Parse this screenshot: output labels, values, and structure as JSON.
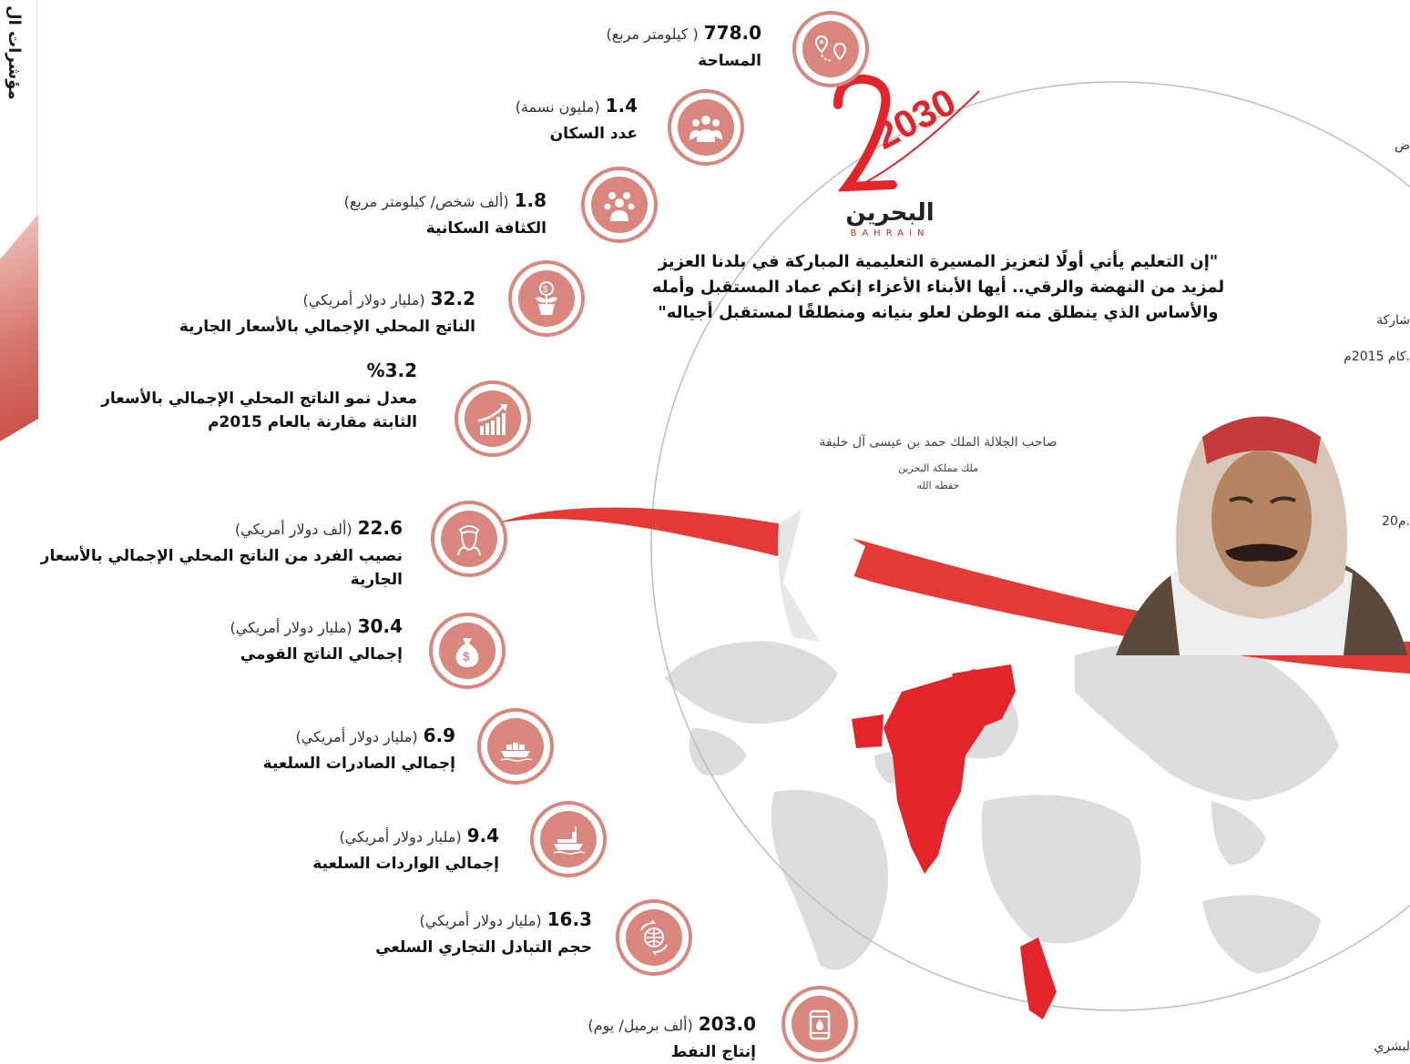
{
  "page": {
    "side_title": "مؤشرات ال",
    "clipped_right": [
      "ض",
      "شاركة",
      "كام 2015م.",
      "20م.",
      "لبشري"
    ]
  },
  "colors": {
    "accent": "#d9877e",
    "brand_red": "#e3242b",
    "map_gray": "#d9d9d9"
  },
  "logo": {
    "year": "2030",
    "arabic": "البحرين",
    "latin": "BAHRAIN"
  },
  "quote": {
    "text": "\"إن التعليم يأتي أولًا لتعزيز المسيرة التعليمية المباركة في بلدنا العزيز لمزيد من النهضة والرقي.. أيها الأبناء الأعزاء إنكم عماد المستقبل وأمله والأساس الذي ينطلق منه الوطن لعلو بنيانه ومنطلقًا لمستقبل أجياله\""
  },
  "king": {
    "name": "صاحب الجلالة الملك حمد بن عيسى آل خليفة",
    "title": "ملك مملكة البحرين",
    "note": "حفظه الله"
  },
  "indicators": [
    {
      "icon": "location-pins-icon",
      "value": "778.0",
      "unit": "( كيلومتر مربع)",
      "label": "المساحة"
    },
    {
      "icon": "people-group-icon",
      "value": "1.4",
      "unit": "(مليون نسمة)",
      "label": "عدد السكان"
    },
    {
      "icon": "crowd-icon",
      "value": "1.8",
      "unit": "(ألف شخص/ كيلومتر مربع)",
      "label": "الكثافة السكانية"
    },
    {
      "icon": "money-plant-icon",
      "value": "32.2",
      "unit": "(مليار دولار أمريكي)",
      "label": "الناتج المحلي الإجمالي بالأسعار الجارية"
    },
    {
      "icon": "growth-chart-icon",
      "value": "%3.2",
      "unit": "",
      "label": "معدل نمو الناتج المحلي الإجمالي بالأسعار الثابتة مقارنة بالعام 2015م"
    },
    {
      "icon": "person-headscarf-icon",
      "value": "22.6",
      "unit": "(ألف دولار أمريكي)",
      "label": "نصيب الفرد من الناتج المحلي الإجمالي بالأسعار الجارية"
    },
    {
      "icon": "money-bag-icon",
      "value": "30.4",
      "unit": "(مليار دولار أمريكي)",
      "label": "إجمالي الناتج القومي"
    },
    {
      "icon": "cargo-ship-icon",
      "value": "6.9",
      "unit": "(مليار دولار أمريكي)",
      "label": "إجمالي الصادرات السلعية"
    },
    {
      "icon": "tanker-ship-icon",
      "value": "9.4",
      "unit": "(مليار دولار أمريكي)",
      "label": "إجمالي الواردات السلعية"
    },
    {
      "icon": "globe-exchange-icon",
      "value": "16.3",
      "unit": "(مليار دولار أمريكي)",
      "label": "حجم التبادل التجاري السلعي"
    },
    {
      "icon": "oil-barrel-icon",
      "value": "203.0",
      "unit": "(ألف برميل/ يوم)",
      "label": "إنتاج النفط"
    }
  ]
}
